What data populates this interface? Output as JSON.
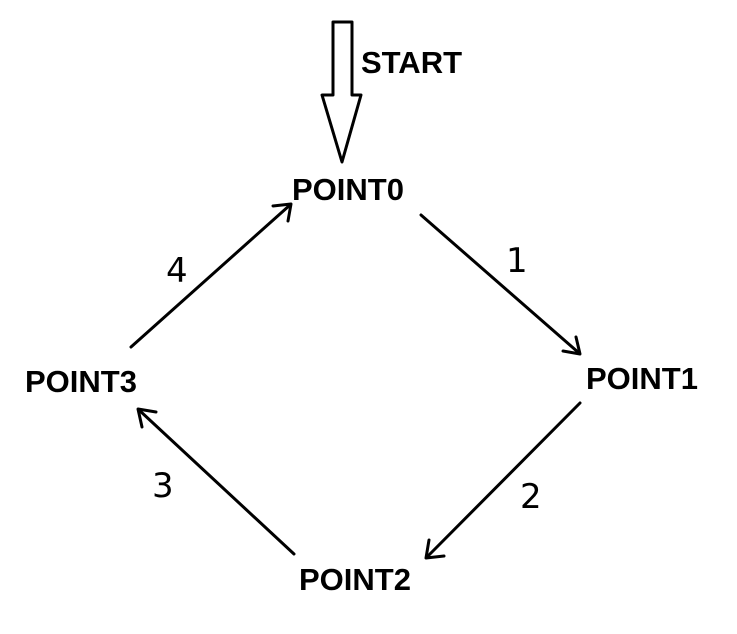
{
  "start": {
    "label": "START"
  },
  "nodes": [
    {
      "id": "point0",
      "label": "POINT0"
    },
    {
      "id": "point1",
      "label": "POINT1"
    },
    {
      "id": "point2",
      "label": "POINT2"
    },
    {
      "id": "point3",
      "label": "POINT3"
    }
  ],
  "edges": [
    {
      "from": "point0",
      "to": "point1",
      "label": "1"
    },
    {
      "from": "point1",
      "to": "point2",
      "label": "2"
    },
    {
      "from": "point2",
      "to": "point3",
      "label": "3"
    },
    {
      "from": "point3",
      "to": "point0",
      "label": "4"
    }
  ],
  "colors": {
    "ink": "#000000",
    "background": "#ffffff"
  }
}
